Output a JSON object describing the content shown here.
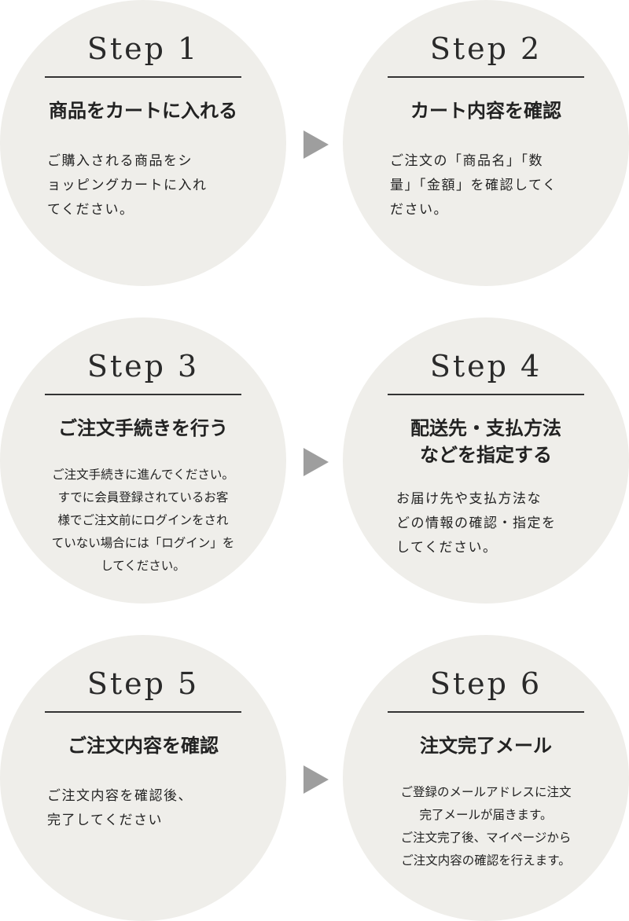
{
  "steps": [
    {
      "title": "Step 1",
      "heading": "商品をカートに入れる",
      "description": "ご購入される商品をシ\nョッピングカートに入れ\nてください。"
    },
    {
      "title": "Step 2",
      "heading": "カート内容を確認",
      "description": "ご注文の「商品名」「数\n量」「金額」を確認してく\nださい。"
    },
    {
      "title": "Step 3",
      "heading": "ご注文手続きを行う",
      "description": "ご注文手続きに進んでください。\nすでに会員登録されているお客\n様でご注文前にログインをされ\nていない場合には「ログイン」を\nしてください。"
    },
    {
      "title": "Step 4",
      "heading": "配送先・支払方法\nなどを指定する",
      "description": "お届け先や支払方法な\nどの情報の確認・指定を\nしてください。"
    },
    {
      "title": "Step 5",
      "heading": "ご注文内容を確認",
      "description": "ご注文内容を確認後、\n完了してください"
    },
    {
      "title": "Step 6",
      "heading": "注文完了メール",
      "description": "ご登録のメールアドレスに注文\n完了メールが届きます。\nご注文完了後、マイページから\nご注文内容の確認を行えます。"
    }
  ],
  "colors": {
    "circle_fill": "#efeeea",
    "arrow": "#9e9e9e",
    "text": "#222222"
  },
  "icons": {
    "arrow": "triangle-right-icon"
  }
}
